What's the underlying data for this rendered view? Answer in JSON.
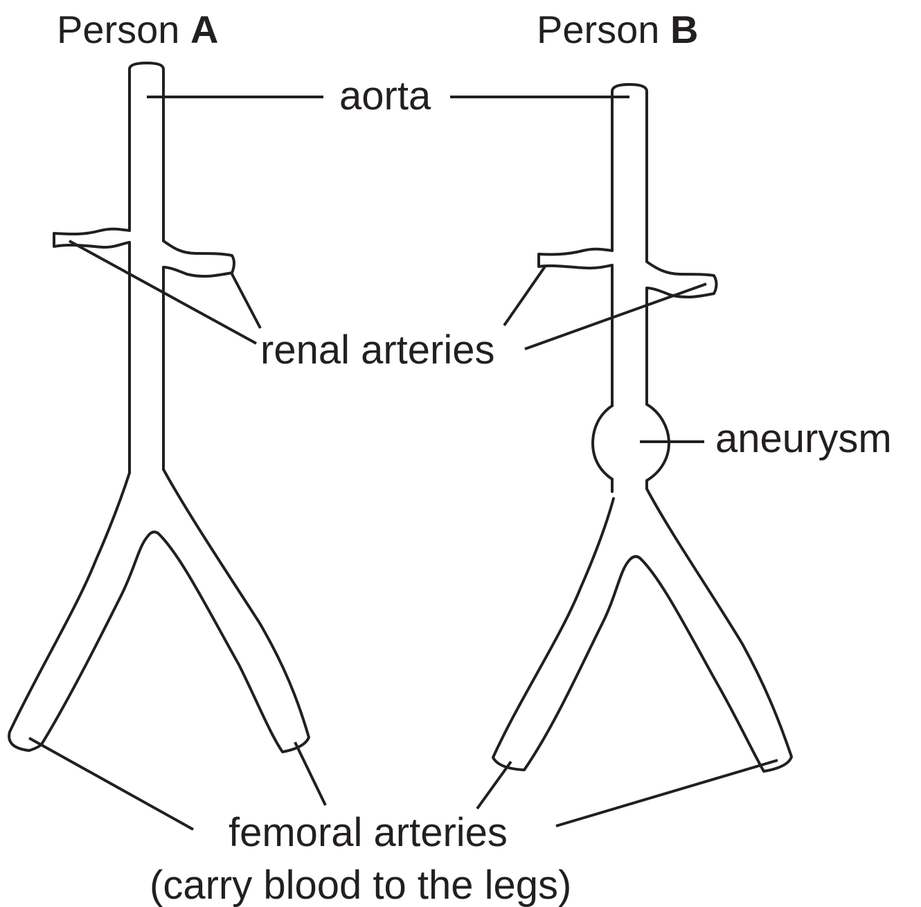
{
  "persons": {
    "a": {
      "prefix": "Person ",
      "letter": "A"
    },
    "b": {
      "prefix": "Person ",
      "letter": "B"
    }
  },
  "labels": {
    "aorta": "aorta",
    "renal_arteries": "renal arteries",
    "aneurysm": "aneurysm",
    "femoral_arteries": "femoral arteries",
    "femoral_note": "(carry blood to the legs)"
  },
  "colors": {
    "line": "#231f20",
    "background": "#ffffff"
  }
}
